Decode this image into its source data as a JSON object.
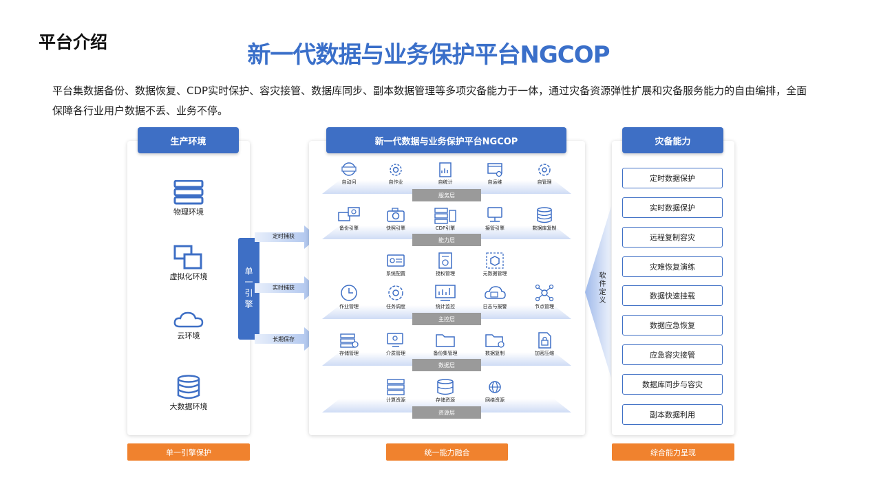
{
  "corner_title": "平台介绍",
  "main_title": "新一代数据与业务保护平台NGCOP",
  "description": "平台集数据备份、数据恢复、CDP实时保护、容灾接管、数据库同步、副本数据管理等多项灾备能力于一体，通过灾备资源弹性扩展和灾备服务能力的自由编排，全面保障各行业用户数据不丢、业务不停。",
  "left": {
    "header": "生产环境",
    "items": [
      {
        "label": "物理环境",
        "icon": "server-icon"
      },
      {
        "label": "虚拟化环境",
        "icon": "virtual-windows-icon"
      },
      {
        "label": "云环境",
        "icon": "cloud-icon"
      },
      {
        "label": "大数据环境",
        "icon": "database-icon"
      }
    ],
    "footer": "单一引擎保护"
  },
  "engine": {
    "label": "单一引擎",
    "arrows": [
      "定时捕获",
      "实时捕获",
      "长期保存"
    ]
  },
  "center": {
    "header": "新一代数据与业务保护平台NGCOP",
    "layers": [
      {
        "label": "服务层",
        "modules": [
          "自动问",
          "自作业",
          "自统计",
          "自运维",
          "自管理"
        ]
      },
      {
        "label": "能力层",
        "modules": [
          "备份引擎",
          "快照引擎",
          "CDP引擎",
          "接管引擎",
          "数据库复制"
        ]
      },
      {
        "label": "主控层",
        "modules": [
          "系统配置",
          "授权管理",
          "元数据管理",
          "作业管理",
          "任务调度",
          "统计监控",
          "日志与报警",
          "节点管理"
        ]
      },
      {
        "label": "数据层",
        "modules": [
          "存储管理",
          "介质管理",
          "备份集管理",
          "数据复制",
          "加密压缩"
        ]
      },
      {
        "label": "资源层",
        "modules": [
          "计算资源",
          "存储资源",
          "网络资源"
        ]
      }
    ],
    "footer": "统一能力融合"
  },
  "right": {
    "header": "灾备能力",
    "software_defined": "软件定义",
    "items": [
      "定时数据保护",
      "实时数据保护",
      "远程复制容灾",
      "灾难恢复演练",
      "数据快速挂载",
      "数据应急恢复",
      "应急容灾接管",
      "数据库同步与容灾",
      "副本数据利用"
    ],
    "footer": "综合能力呈现"
  },
  "colors": {
    "primary": "#3e6fc5",
    "title": "#3a6fc9",
    "accent": "#f0822e",
    "layer_label": "#9a9a9a"
  }
}
